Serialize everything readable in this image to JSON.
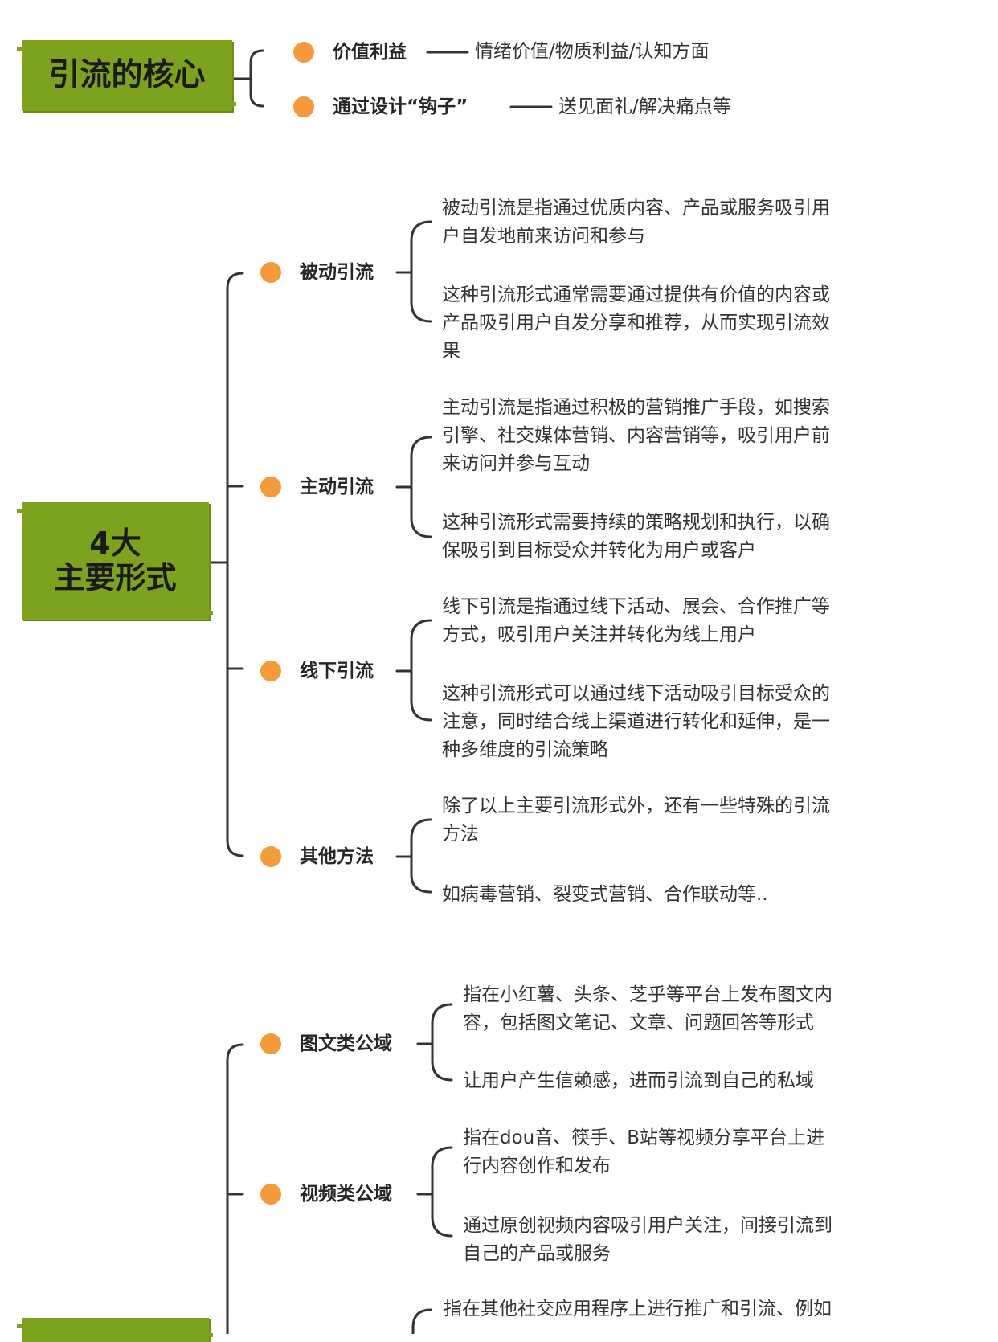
{
  "core": {
    "title": "引流的核心",
    "items": [
      {
        "label": "价值利益",
        "detail": "情绪价值/物质利益/认知方面"
      },
      {
        "label": "通过设计“钩子”",
        "detail": "送见面礼/解决痛点等"
      }
    ]
  },
  "forms": {
    "title": "4大\n主要形式",
    "branches": [
      {
        "label": "被动引流",
        "notes": [
          [
            "被动引流是指通过优质内容、产品或服务吸引用",
            "户自发地前来访问和参与"
          ],
          [
            "这种引流形式通常需要通过提供有价值的内容或",
            "产品吸引用户自发分享和推荐，从而实现引流效",
            "果"
          ]
        ]
      },
      {
        "label": "主动引流",
        "notes": [
          [
            "主动引流是指通过积极的营销推广手段，如搜索",
            "引擎、社交媒体营销、内容营销等，吸引用户前",
            "来访问并参与互动"
          ],
          [
            "这种引流形式需要持续的策略规划和执行，以确",
            "保吸引到目标受众并转化为用户或客户"
          ]
        ]
      },
      {
        "label": "线下引流",
        "notes": [
          [
            "线下引流是指通过线下活动、展会、合作推广等",
            "方式，吸引用户关注并转化为线上用户"
          ],
          [
            "这种引流形式可以通过线下活动吸引目标受众的",
            "注意，同时结合线上渠道进行转化和延伸，是一",
            "种多维度的引流策略"
          ]
        ]
      },
      {
        "label": "其他方法",
        "notes": [
          [
            "除了以上主要引流形式外，还有一些特殊的引流",
            "方法"
          ],
          [
            "如病毒营销、裂变式营销、合作联动等.."
          ]
        ]
      }
    ]
  },
  "public": {
    "branches": [
      {
        "label": "图文类公域",
        "notes": [
          [
            "指在小红薯、头条、芝乎等平台上发布图文内",
            "容，包括图文笔记、文章、问题回答等形式"
          ],
          [
            "让用户产生信赖感，进而引流到自己的私域"
          ]
        ]
      },
      {
        "label": "视频类公域",
        "notes": [
          [
            "指在dou音、筷手、B站等视频分享平台上进",
            "行内容创作和发布"
          ],
          [
            "通过原创视频内容吸引用户关注，间接引流到",
            "自己的产品或服务"
          ]
        ]
      },
      {
        "label": "",
        "notes": [
          [
            "指在其他社交应用程序上进行推广和引流、例如"
          ]
        ]
      }
    ]
  },
  "colors": {
    "accent_green": "#7da21d",
    "dot_orange": "#f49a3b",
    "line": "#333333"
  }
}
